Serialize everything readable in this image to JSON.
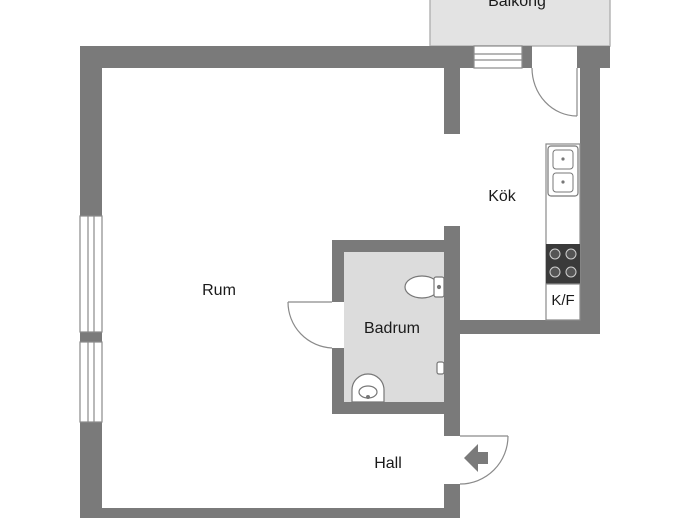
{
  "rooms": {
    "balcony": "Balkong",
    "living_room": "Rum",
    "kitchen": "Kök",
    "bathroom": "Badrum",
    "hall": "Hall",
    "fridge_freezer": "K/F"
  },
  "colors": {
    "wall": "#7a7a7a",
    "bathroom_floor": "#dcdcdc",
    "balcony_floor": "#e3e3e3",
    "fixture_stroke": "#777777",
    "stove": "#3a3a3a",
    "text": "#1a1a1a"
  }
}
